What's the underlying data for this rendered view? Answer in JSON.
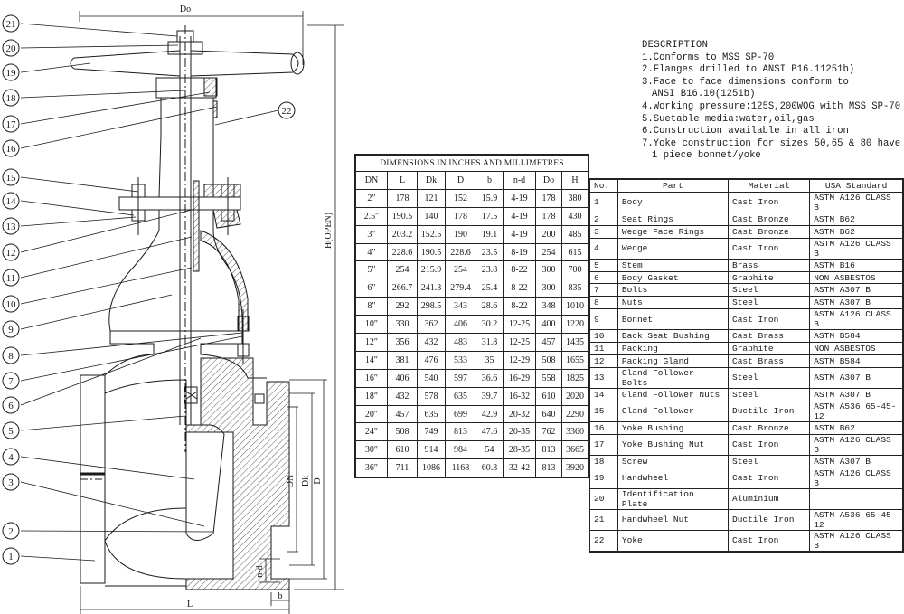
{
  "dimensions": {
    "do": "Do",
    "h_open": "H(OPEN)",
    "dn": "DN",
    "dk": "Dk",
    "d": "D",
    "nd": "n-d",
    "l": "L",
    "b": "b"
  },
  "callouts": [
    "1",
    "2",
    "3",
    "4",
    "5",
    "6",
    "7",
    "8",
    "9",
    "10",
    "11",
    "12",
    "13",
    "14",
    "15",
    "16",
    "17",
    "18",
    "19",
    "20",
    "21",
    "22"
  ],
  "description": {
    "heading": "DESCRIPTION",
    "items": [
      [
        "1.Conforms to MSS SP-70"
      ],
      [
        "2.Flanges drilled to ANSI B16.11251b)"
      ],
      [
        "3.Face to face dimensions conform to",
        "ANSI B16.10(1251b)"
      ],
      [
        "4.Working pressure:125S,200WOG with MSS SP-70"
      ],
      [
        "5.Suetable media:water,oil,gas"
      ],
      [
        "6.Construction available in all iron"
      ],
      [
        "7.Yoke construction for sizes 50,65 & 80 have",
        "1 piece bonnet/yoke"
      ]
    ]
  },
  "dim_table": {
    "caption": "DIMENSIONS IN INCHES AND MILLIMETRES",
    "headers": [
      "DN",
      "L",
      "Dk",
      "D",
      "b",
      "n-d",
      "Do",
      "H"
    ],
    "rows": [
      [
        "2″",
        "178",
        "121",
        "152",
        "15.9",
        "4-19",
        "178",
        "380"
      ],
      [
        "2.5″",
        "190.5",
        "140",
        "178",
        "17.5",
        "4-19",
        "178",
        "430"
      ],
      [
        "3″",
        "203.2",
        "152.5",
        "190",
        "19.1",
        "4-19",
        "200",
        "485"
      ],
      [
        "4″",
        "228.6",
        "190.5",
        "228.6",
        "23.5",
        "8-19",
        "254",
        "615"
      ],
      [
        "5″",
        "254",
        "215.9",
        "254",
        "23.8",
        "8-22",
        "300",
        "700"
      ],
      [
        "6″",
        "266.7",
        "241.3",
        "279.4",
        "25.4",
        "8-22",
        "300",
        "835"
      ],
      [
        "8″",
        "292",
        "298.5",
        "343",
        "28.6",
        "8-22",
        "348",
        "1010"
      ],
      [
        "10″",
        "330",
        "362",
        "406",
        "30.2",
        "12-25",
        "400",
        "1220"
      ],
      [
        "12″",
        "356",
        "432",
        "483",
        "31.8",
        "12-25",
        "457",
        "1435"
      ],
      [
        "14″",
        "381",
        "476",
        "533",
        "35",
        "12-29",
        "508",
        "1655"
      ],
      [
        "16″",
        "406",
        "540",
        "597",
        "36.6",
        "16-29",
        "558",
        "1825"
      ],
      [
        "18″",
        "432",
        "578",
        "635",
        "39.7",
        "16-32",
        "610",
        "2020"
      ],
      [
        "20″",
        "457",
        "635",
        "699",
        "42.9",
        "20-32",
        "640",
        "2290"
      ],
      [
        "24″",
        "508",
        "749",
        "813",
        "47.6",
        "20-35",
        "762",
        "3360"
      ],
      [
        "30″",
        "610",
        "914",
        "984",
        "54",
        "28-35",
        "813",
        "3665"
      ],
      [
        "36″",
        "711",
        "1086",
        "1168",
        "60.3",
        "32-42",
        "813",
        "3920"
      ]
    ]
  },
  "parts_table": {
    "headers": [
      "No.",
      "Part",
      "Material",
      "USA Standard"
    ],
    "rows": [
      [
        "1",
        "Body",
        "Cast Iron",
        "ASTM A126 CLASS B"
      ],
      [
        "2",
        "Seat Rings",
        "Cast Bronze",
        "ASTM B62"
      ],
      [
        "3",
        "Wedge Face Rings",
        "Cast Bronze",
        "ASTM B62"
      ],
      [
        "4",
        "Wedge",
        "Cast Iron",
        "ASTM A126 CLASS B"
      ],
      [
        "5",
        "Stem",
        "Brass",
        "ASTM B16"
      ],
      [
        "6",
        "Body Gasket",
        "Graphite",
        "NON ASBESTOS"
      ],
      [
        "7",
        "Bolts",
        "Steel",
        "ASTM A307 B"
      ],
      [
        "8",
        "Nuts",
        "Steel",
        "ASTM A307 B"
      ],
      [
        "9",
        "Bonnet",
        "Cast Iron",
        "ASTM A126 CLASS B"
      ],
      [
        "10",
        "Back Seat Bushing",
        "Cast Brass",
        "ASTM B584"
      ],
      [
        "11",
        "Packing",
        "Graphite",
        "NON ASBESTOS"
      ],
      [
        "12",
        "Packing Gland",
        "Cast Brass",
        "ASTM B584"
      ],
      [
        "13",
        "Gland Follower Bolts",
        "Steel",
        "ASTM A307 B"
      ],
      [
        "14",
        "Gland Follower Nuts",
        "Steel",
        "ASTM A307 B"
      ],
      [
        "15",
        "Gland Follower",
        "Ductile Iron",
        "ASTM A536 65-45-12"
      ],
      [
        "16",
        "Yoke Bushing",
        "Cast Bronze",
        "ASTM B62"
      ],
      [
        "17",
        "Yoke Bushing Nut",
        "Cast Iron",
        "ASTM A126 CLASS B"
      ],
      [
        "18",
        "Screw",
        "Steel",
        "ASTM A307 B"
      ],
      [
        "19",
        "Handwheel",
        "Cast Iron",
        "ASTM A126 CLASS B"
      ],
      [
        "20",
        "Identification Plate",
        "Aluminium",
        ""
      ],
      [
        "21",
        "Handwheel Nut",
        "Ductile Iron",
        "ASTM A536 65-45-12"
      ],
      [
        "22",
        "Yoke",
        "Cast Iron",
        "ASTM A126 CLASS B"
      ]
    ]
  }
}
